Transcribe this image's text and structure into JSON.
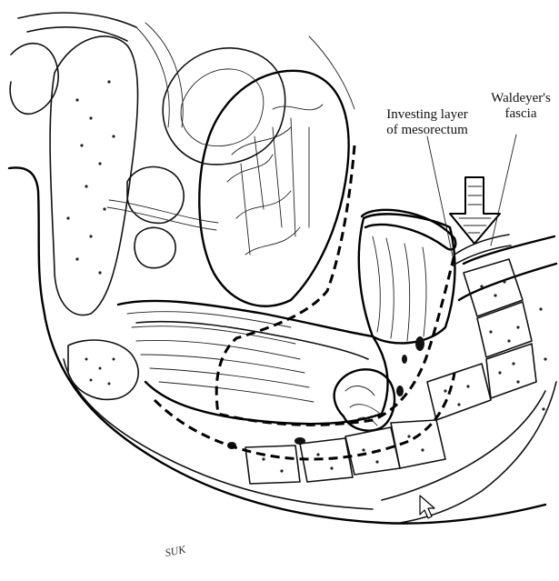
{
  "labels": {
    "investing_line1": "Investing layer",
    "investing_line2": "of mesorectum",
    "waldeyer_line1": "Waldeyer's",
    "waldeyer_line2": "fascia",
    "signature": "SUK"
  }
}
